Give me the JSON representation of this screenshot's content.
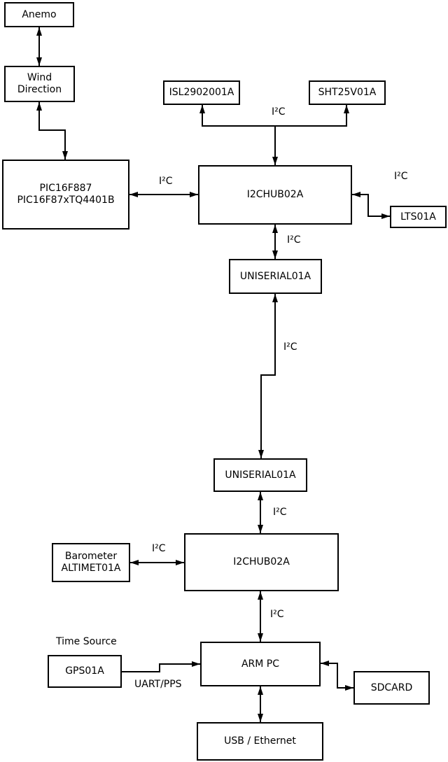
{
  "nodes": {
    "anemo": {
      "lines": [
        "Anemo"
      ]
    },
    "wind_direction": {
      "lines": [
        "Wind",
        "Direction"
      ]
    },
    "pic": {
      "lines": [
        "PIC16F887",
        "PIC16F87xTQ4401B"
      ]
    },
    "isl": {
      "lines": [
        "ISL2902001A"
      ]
    },
    "sht": {
      "lines": [
        "SHT25V01A"
      ]
    },
    "hub1": {
      "lines": [
        "I2CHUB02A"
      ]
    },
    "lts": {
      "lines": [
        "LTS01A"
      ]
    },
    "uniserial1": {
      "lines": [
        "UNISERIAL01A"
      ]
    },
    "uniserial2": {
      "lines": [
        "UNISERIAL01A"
      ]
    },
    "barometer": {
      "lines": [
        "Barometer",
        "ALTIMET01A"
      ]
    },
    "hub2": {
      "lines": [
        "I2CHUB02A"
      ]
    },
    "gps": {
      "lines": [
        "GPS01A"
      ]
    },
    "arm_pc": {
      "lines": [
        "ARM PC"
      ]
    },
    "sdcard": {
      "lines": [
        "SDCARD"
      ]
    },
    "usb_ethernet": {
      "lines": [
        "USB / Ethernet"
      ]
    }
  },
  "edge_labels": {
    "i2c": "I²C",
    "uart_pps": "UART/PPS"
  },
  "annotations": {
    "time_source": "Time Source"
  },
  "colors": {
    "line": "#000000",
    "box_fill": "#ffffff",
    "background": "#ffffff",
    "text": "#000000"
  }
}
